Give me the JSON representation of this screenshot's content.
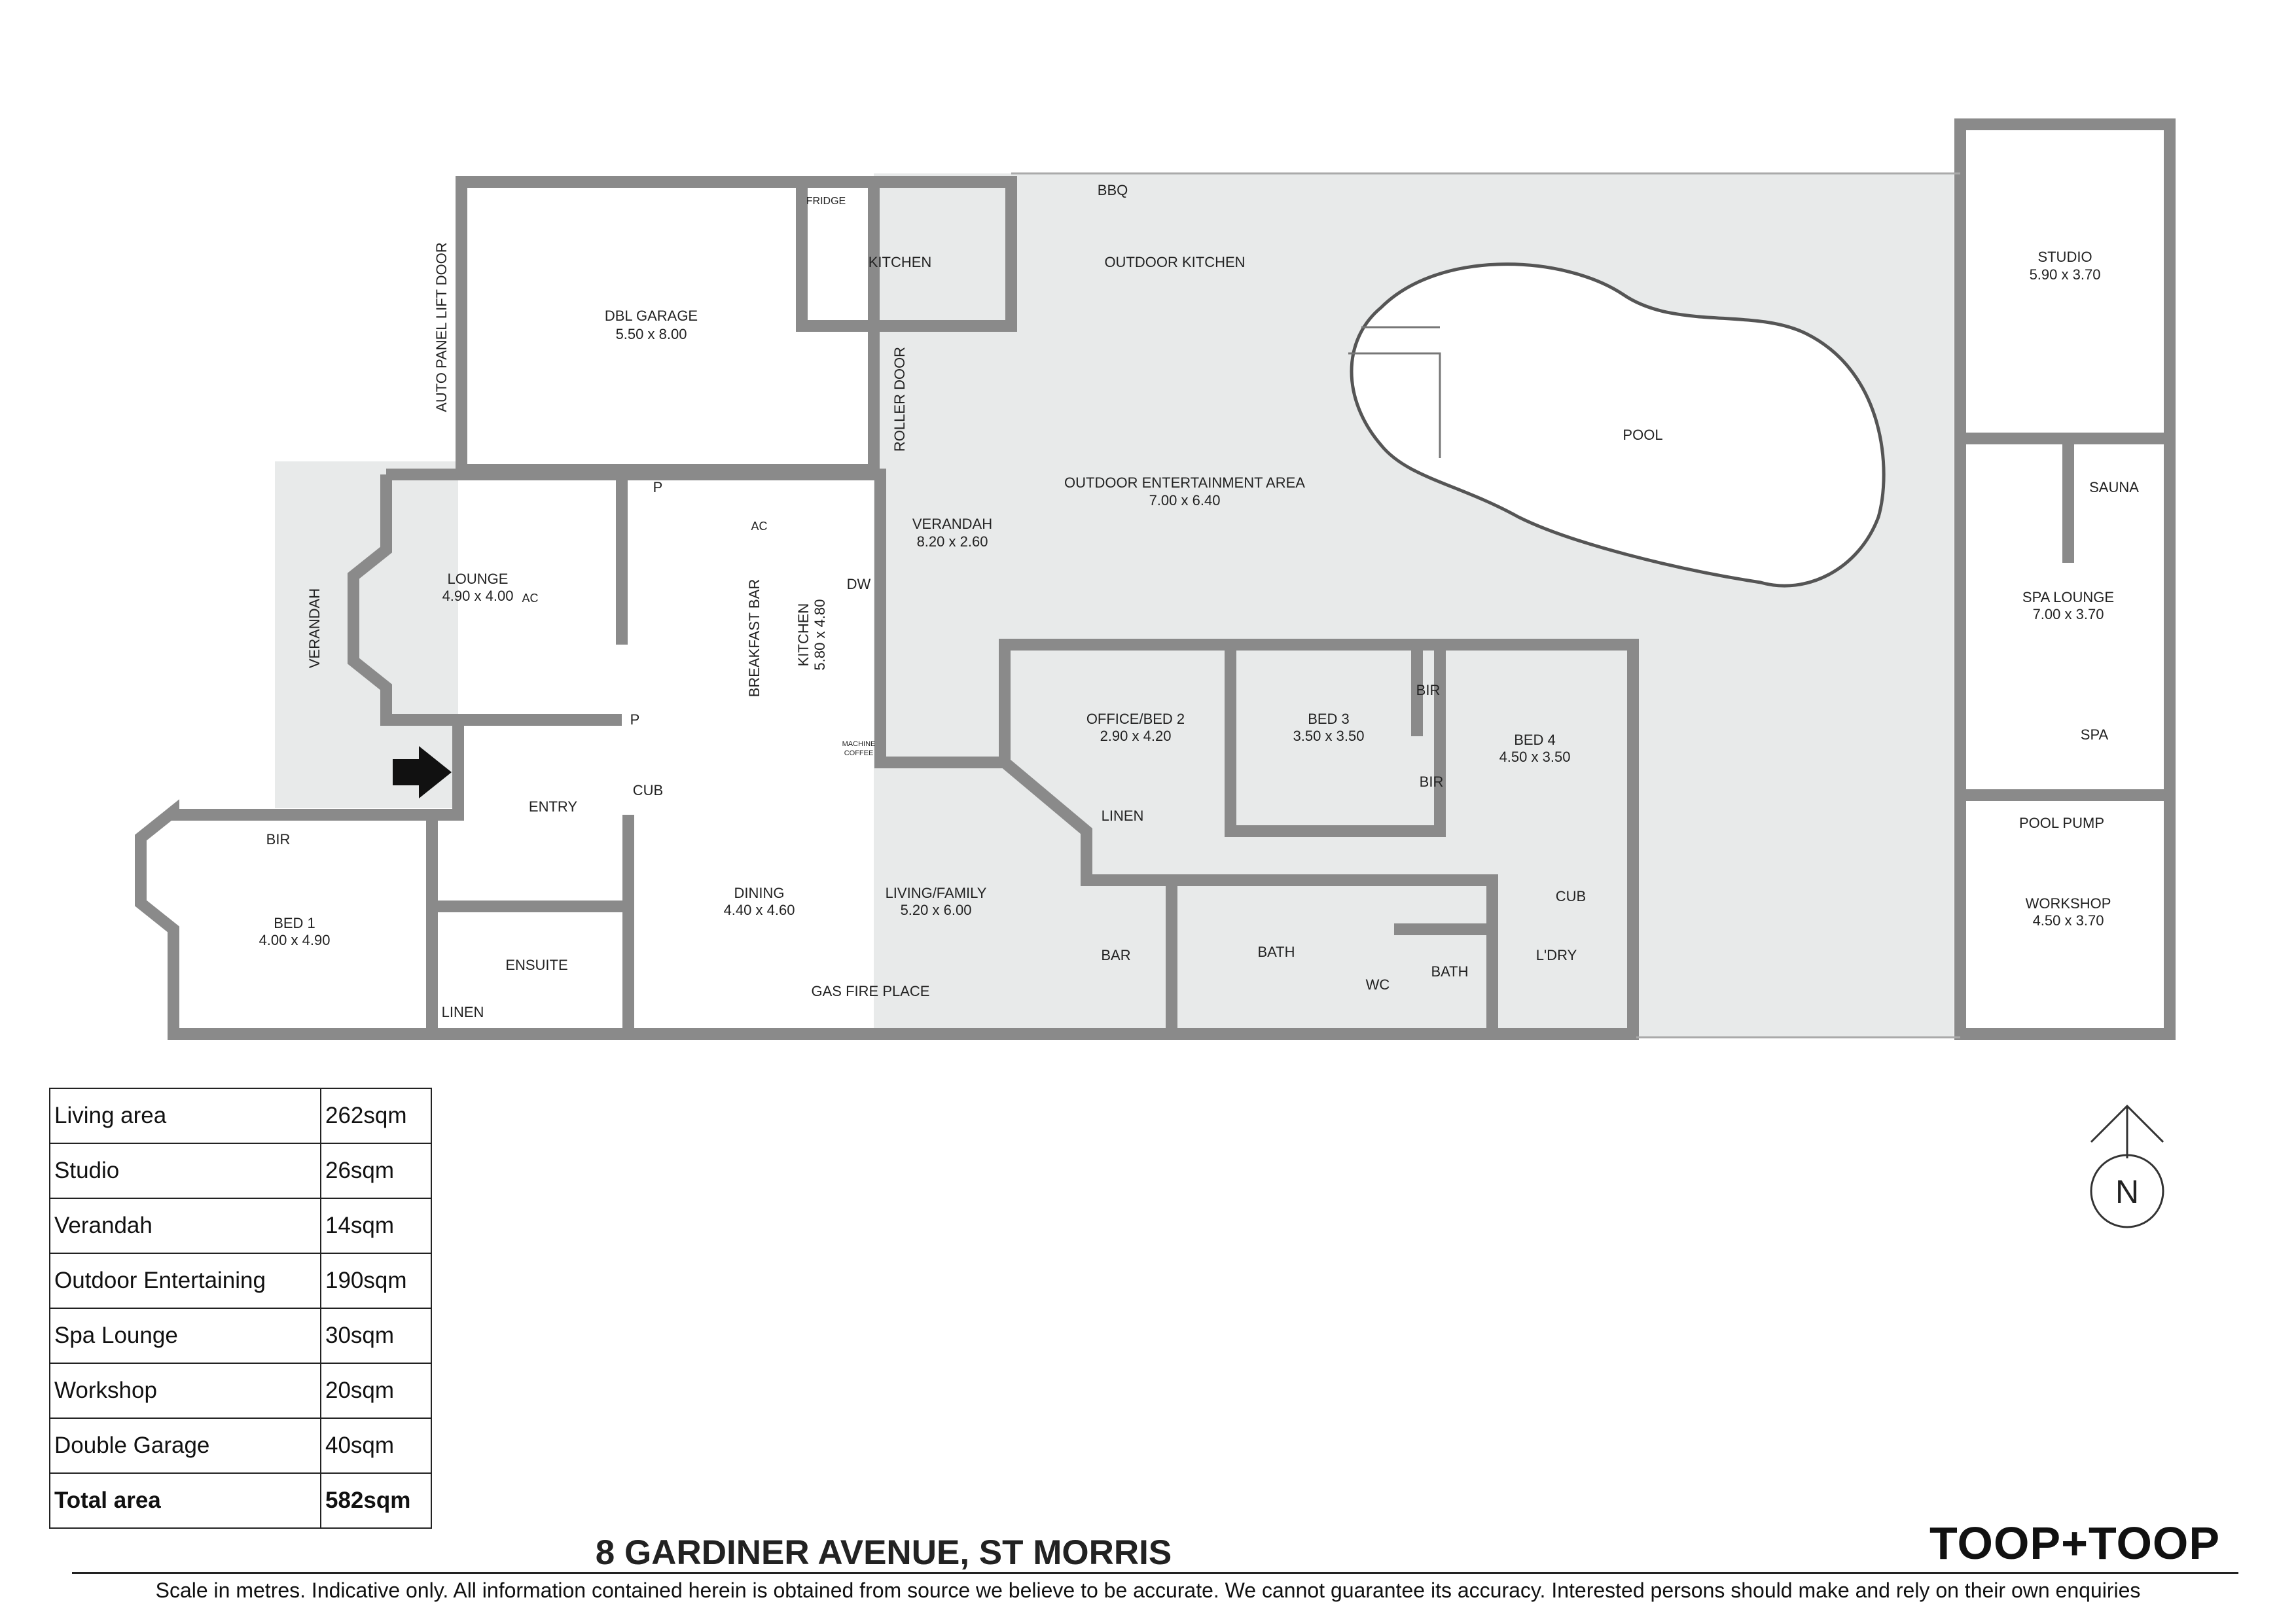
{
  "rooms": {
    "dbl_garage": {
      "name": "DBL GARAGE",
      "dims": "5.50 x 8.00"
    },
    "auto_door": "AUTO PANEL LIFT DOOR",
    "fridge": "FRIDGE",
    "kitchen_small": "KITCHEN",
    "bbq": "BBQ",
    "outdoor_kitchen": "OUTDOOR KITCHEN",
    "roller_door": "ROLLER DOOR",
    "verandah_west": "VERANDAH",
    "lounge": {
      "name": "LOUNGE",
      "dims": "4.90 x 4.00"
    },
    "pantry_p1": "P",
    "pantry_p2": "P",
    "breakfast_bar": "BREAKFAST BAR",
    "kitchen_main": {
      "name": "KITCHEN",
      "dims": "5.80 x 4.80"
    },
    "dw": "DW",
    "machine_coffee_1": "MACHINE",
    "machine_coffee_2": "COFFEE",
    "verandah_main": {
      "name": "VERANDAH",
      "dims": "8.20 x 2.60"
    },
    "outdoor_entertainment": {
      "name": "OUTDOOR ENTERTAINMENT AREA",
      "dims": "7.00 x 6.40"
    },
    "pool": "POOL",
    "studio": {
      "name": "STUDIO",
      "dims": "5.90 x 3.70"
    },
    "sauna": "SAUNA",
    "spa_lounge": {
      "name": "SPA LOUNGE",
      "dims": "7.00 x 3.70"
    },
    "spa": "SPA",
    "pool_pump": "POOL PUMP",
    "workshop": {
      "name": "WORKSHOP",
      "dims": "4.50 x 3.70"
    },
    "entry": "ENTRY",
    "cub_entry": "CUB",
    "bir_bed1": "BIR",
    "bed1": {
      "name": "BED 1",
      "dims": "4.00 x 4.90"
    },
    "ensuite": "ENSUITE",
    "linen_ensuite": "LINEN",
    "dining": {
      "name": "DINING",
      "dims": "4.40 x 4.60"
    },
    "living": {
      "name": "LIVING/FAMILY",
      "dims": "5.20 x 6.00"
    },
    "gas_fire": "GAS FIRE PLACE",
    "office": {
      "name": "OFFICE/BED 2",
      "dims": "2.90 x 4.20"
    },
    "linen_hall": "LINEN",
    "bed3": {
      "name": "BED 3",
      "dims": "3.50 x 3.50"
    },
    "bir_a": "BIR",
    "bir_b": "BIR",
    "bed4": {
      "name": "BED 4",
      "dims": "4.50 x 3.50"
    },
    "bar": "BAR",
    "bath1": "BATH",
    "wc": "WC",
    "bath2": "BATH",
    "cub_ldry": "CUB",
    "ldry": "L'DRY",
    "ac": "AC",
    "north": "N"
  },
  "area_table": [
    {
      "label": "Living area",
      "value": "262sqm"
    },
    {
      "label": "Studio",
      "value": "26sqm"
    },
    {
      "label": "Verandah",
      "value": "14sqm"
    },
    {
      "label": "Outdoor Entertaining",
      "value": "190sqm"
    },
    {
      "label": "Spa Lounge",
      "value": "30sqm"
    },
    {
      "label": "Workshop",
      "value": "20sqm"
    },
    {
      "label": "Double Garage",
      "value": "40sqm"
    },
    {
      "label": "Total area",
      "value": "582sqm"
    }
  ],
  "address": "8 GARDINER AVENUE, ST MORRIS",
  "brand": "TOOP+TOOP",
  "disclaimer": "Scale in metres. Indicative only. All information contained herein is obtained from source we believe to be accurate. We cannot guarantee its accuracy. Interested persons should make and rely on their own enquiries",
  "colors": {
    "wall": "#8a8a8a",
    "outdoor": "#e8eaea",
    "line": "#333333"
  }
}
